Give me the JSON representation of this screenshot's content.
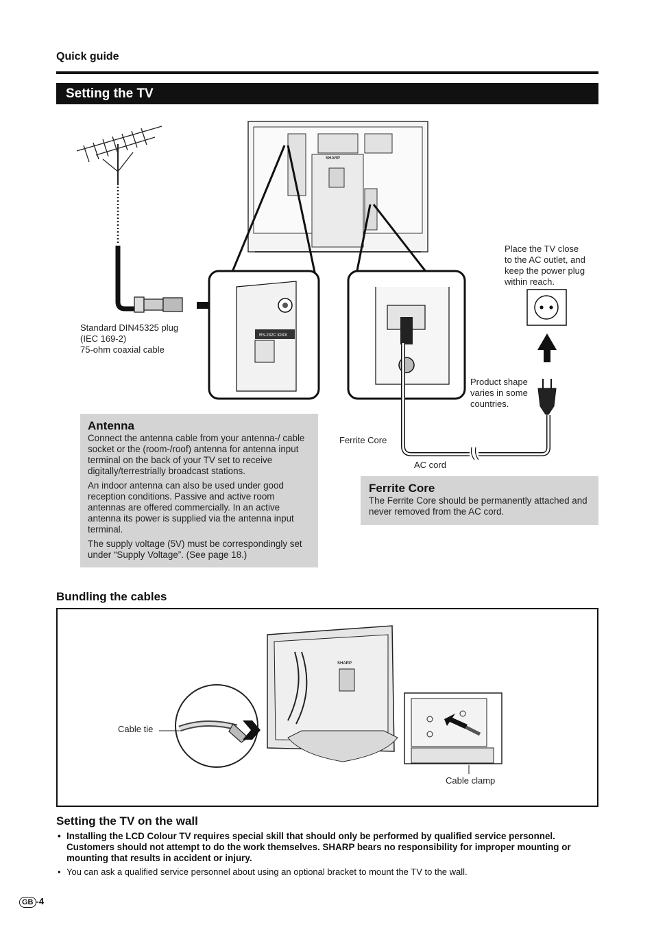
{
  "header": {
    "section": "Quick guide"
  },
  "title_bar": {
    "title": "Setting the TV"
  },
  "captions": {
    "plug_line1": "Standard DIN45325 plug",
    "plug_line2": "(IEC 169-2)",
    "plug_line3": "75-ohm coaxial cable",
    "outlet_line1": "Place the TV close",
    "outlet_line2": "to the AC outlet, and",
    "outlet_line3": "keep the power plug",
    "outlet_line4": "within reach.",
    "product_line1": "Product shape",
    "product_line2": "varies in some",
    "product_line3": "countries.",
    "ferrite_core": "Ferrite Core",
    "ac_cord": "AC cord"
  },
  "antenna_box": {
    "title": "Antenna",
    "p1": "Connect the antenna cable from your antenna-/ cable socket or the (room-/roof) antenna for antenna input terminal on the back of your TV set to receive digitally/terrestrially broadcast stations.",
    "p2": "An indoor antenna can also be used under good reception conditions. Passive and active room antennas are offered commercially. In an active antenna its power is supplied via the antenna input terminal.",
    "p3": "The supply voltage (5V) must be correspondingly set under “Supply Voltage”. (See page 18.)"
  },
  "ferrite_box": {
    "title": "Ferrite Core",
    "text": "The Ferrite Core should be permanently attached and never removed from the AC cord."
  },
  "bundling": {
    "heading": "Bundling the cables",
    "cable_tie": "Cable tie",
    "cable_clamp": "Cable clamp"
  },
  "wall": {
    "heading": "Setting the TV on the wall",
    "bullet1": "Installing the LCD Colour TV requires special skill that should only be performed by qualified service personnel. Customers should not attempt to do the work themselves. SHARP bears no responsibility for improper mounting or mounting that results in accident or injury.",
    "bullet2": "You can ask a qualified service personnel about using an optional bracket to mount the TV to the wall."
  },
  "footer": {
    "badge": "GB",
    "page": "-4"
  },
  "diagram_text": {
    "brand": "SHARP",
    "port_label": "RS-232C IOIOI"
  }
}
